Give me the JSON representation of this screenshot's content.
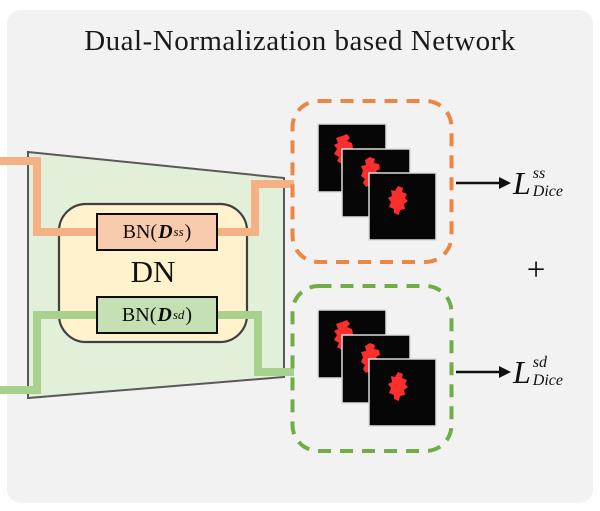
{
  "title": "Dual-Normalization based Network",
  "network": {
    "dn_label": "DN",
    "bn_ss": {
      "func": "BN(",
      "domain": "D",
      "sup": "ss",
      "close": ")"
    },
    "bn_sd": {
      "func": "BN(",
      "domain": "D",
      "sup": "sd",
      "close": ")"
    }
  },
  "outputs": {
    "plus": "+",
    "loss_ss": {
      "letter": "L",
      "sup": "ss",
      "sub": "Dice"
    },
    "loss_sd": {
      "letter": "L",
      "sup": "sd",
      "sub": "Dice"
    }
  },
  "colors": {
    "panel_bg": "#F2F2F2",
    "encoder_fill": "#E2EFD9",
    "encoder_border": "#595959",
    "dn_fill": "#FFF2CC",
    "dn_border": "#404040",
    "bn_ss_fill": "#F8CBAD",
    "bn_sd_fill": "#C5E0B4",
    "box_border": "#0D0D0D",
    "wire_orange": "#F5B183",
    "wire_green": "#A9D18E",
    "dashed_orange": "#ED8545",
    "dashed_green": "#70AD47",
    "mask_bg": "#060606",
    "mask_edge": "#DCDCDC",
    "lesion_red": "#FB2E2E",
    "arrow_black": "#111111"
  }
}
